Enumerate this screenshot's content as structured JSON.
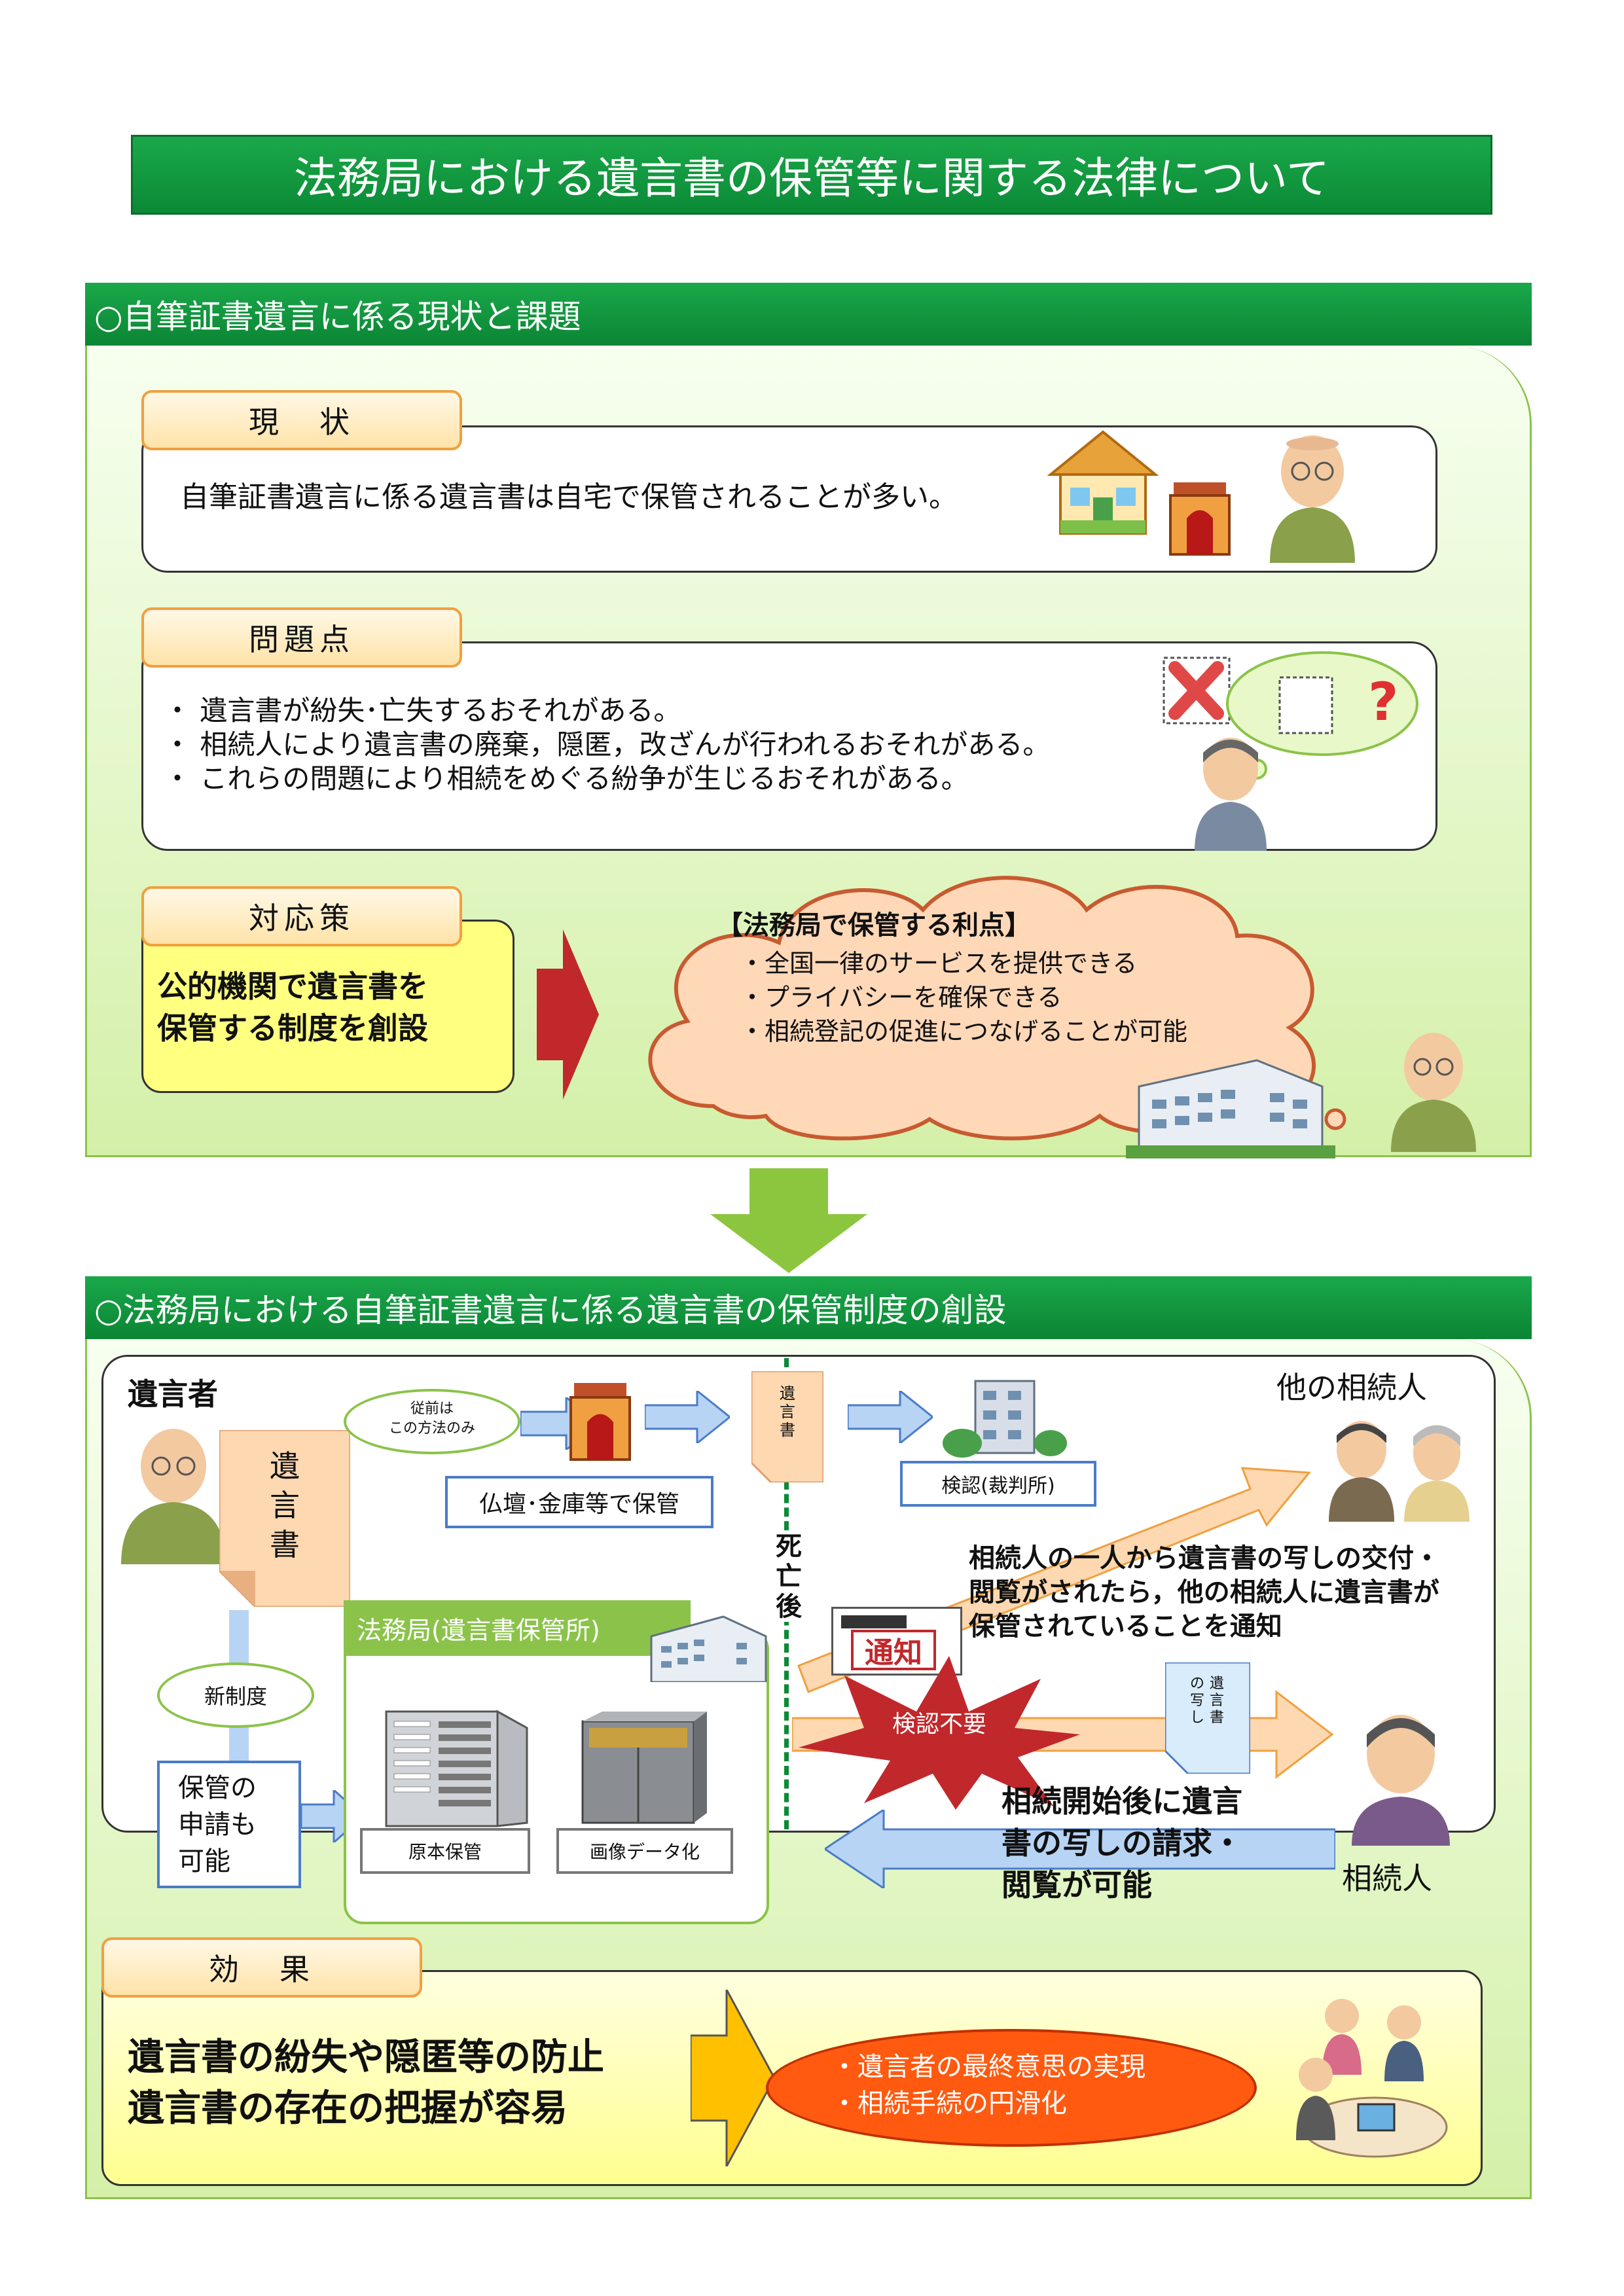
{
  "title": "法務局における遺言書の保管等に関する法律について",
  "section1": {
    "header": "○自筆証書遺言に係る現状と課題",
    "genjo": {
      "tab": "現　状",
      "text": "自筆証書遺言に係る遺言書は自宅で保管されることが多い。"
    },
    "mondai": {
      "tab": "問題点",
      "items": [
        "・ 遺言書が紛失･亡失するおそれがある。",
        "・ 相続人により遺言書の廃棄，隠匿，改ざんが行われるおそれがある。",
        "・ これらの問題により相続をめぐる紛争が生じるおそれがある。"
      ]
    },
    "taio": {
      "tab": "対応策",
      "lines": [
        "公的機関で遺言書を",
        "保管する制度を創設"
      ]
    },
    "cloud": {
      "title": "【法務局で保管する利点】",
      "items": [
        "・全国一律のサービスを提供できる",
        "・プライバシーを確保できる",
        "・相続登記の促進につなげることが可能"
      ]
    }
  },
  "section2": {
    "header": "○法務局における自筆証書遺言に係る遺言書の保管制度の創設",
    "testator": "遺言者",
    "will_doc": "遺言書",
    "former_only": [
      "従前は",
      "この方法のみ"
    ],
    "butsudan": "仏壇･金庫等で保管",
    "small_will": "遺言書",
    "kennin": "検認(裁判所)",
    "death": "死亡後",
    "other_heirs": "他の相続人",
    "notice_text": [
      "相続人の一人から遺言書の写しの交付・",
      "閲覧がされたら，他の相続人に遺言書が",
      "保管されていることを通知"
    ],
    "tsuchi": "通知",
    "kennin_fuyo": "検認不要",
    "copy_doc": [
      "遺言書",
      "の写し"
    ],
    "shin_seido": "新制度",
    "apply": [
      "保管の",
      "申請も",
      "可能"
    ],
    "houmukyoku": "法務局(遺言書保管所)",
    "genpon": "原本保管",
    "gazo": "画像データ化",
    "request": [
      "相続開始後に遺言",
      "書の写しの請求・",
      "閲覧が可能"
    ],
    "heir": "相続人"
  },
  "effect": {
    "tab": "効　果",
    "lines": [
      "遺言書の紛失や隠匿等の防止",
      "遺言書の存在の把握が容易"
    ],
    "results": [
      "・遺言者の最終意思の実現",
      "・相続手続の円滑化"
    ]
  },
  "colors": {
    "green": "#0c8a36",
    "orange": "#f0a040",
    "blue": "#4a7cc8",
    "red": "#c0282c"
  }
}
